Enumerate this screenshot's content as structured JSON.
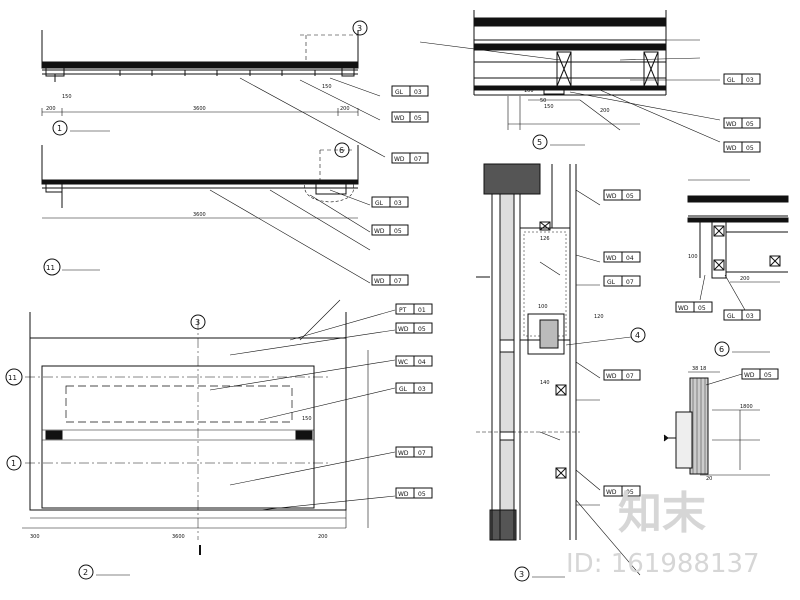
{
  "materials": {
    "GL": "GL",
    "WD": "WD",
    "PT": "PT",
    "WC": "WC",
    "n01": "01",
    "n03": "03",
    "n04": "04",
    "n05": "05",
    "n07": "07"
  },
  "view_numbers": {
    "v1": "1",
    "v2": "2",
    "v3": "3",
    "v4": "4",
    "v5": "5",
    "v6": "6",
    "v11": "11"
  },
  "dimensions": {
    "d3600": "3600",
    "d200": "200",
    "d150": "150",
    "d1800": "1800",
    "d100": "100",
    "d126": "126",
    "d120": "120",
    "d140": "140",
    "d50": "50",
    "d300": "300",
    "d38": "38",
    "d18": "18",
    "d20": "20"
  },
  "watermark": {
    "logo": "知末",
    "id": "ID: 161988137"
  }
}
